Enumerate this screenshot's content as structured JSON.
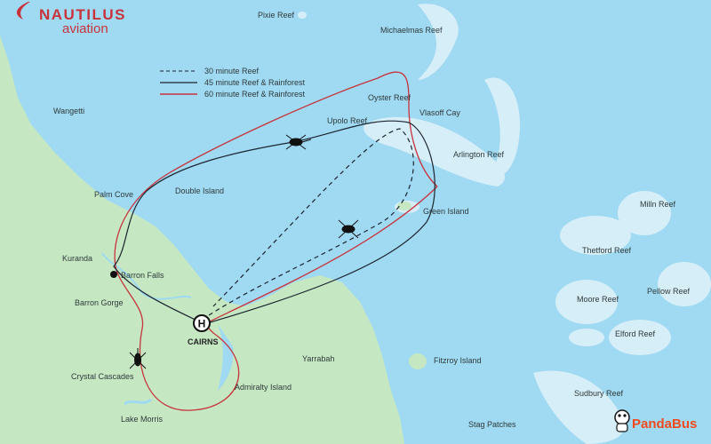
{
  "logo": {
    "line1": "NAUTILUS",
    "line2": "aviation",
    "color": "#c8333b"
  },
  "legend": [
    {
      "label": "30 minute Reef",
      "style": "dashed",
      "color": "#1d2530"
    },
    {
      "label": "45 minute Reef & Rainforest",
      "style": "solid",
      "color": "#1d2530"
    },
    {
      "label": "60 minute Reef & Rainforest",
      "style": "solid",
      "color": "#c8333b"
    }
  ],
  "places": {
    "pixie": "Pixie Reef",
    "michaelmas": "Michaelmas Reef",
    "oyster": "Oyster Reef",
    "vlasoff": "Vlasoff Cay",
    "upolo": "Upolo Reef",
    "arlington": "Arlington Reef",
    "wangetti": "Wangetti",
    "palm_cove": "Palm Cove",
    "double_island": "Double Island",
    "green_island": "Green Island",
    "milln": "Milln Reef",
    "thetford": "Thetford Reef",
    "kuranda": "Kuranda",
    "barron_falls": "Barron Falls",
    "barron_gorge": "Barron Gorge",
    "moore": "Moore Reef",
    "pellow": "Pellow Reef",
    "elford": "Elford Reef",
    "cairns": "CAIRNS",
    "yarrabah": "Yarrabah",
    "crystal": "Crystal Cascades",
    "fitzroy": "Fitzroy Island",
    "admiralty": "Admiralty Island",
    "sudbury": "Sudbury Reef",
    "lake_morris": "Lake Morris",
    "stag": "Stag Patches"
  },
  "helipad": {
    "symbol": "H"
  },
  "watermark": "PandaBus",
  "colors": {
    "sea": "#9fd9f2",
    "land": "#c5e8c3",
    "reef": "#d6eef8",
    "route_red": "#c8333b",
    "route_dark": "#1d2530"
  }
}
